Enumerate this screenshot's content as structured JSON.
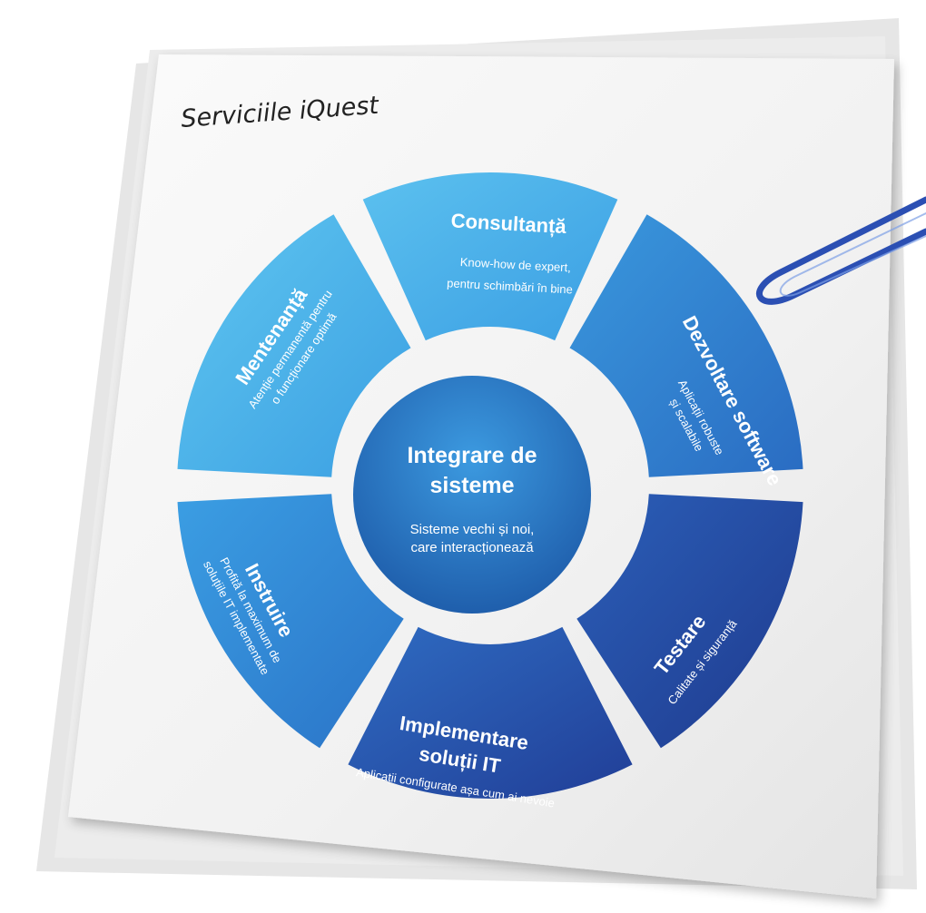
{
  "note": {
    "title": "Serviciile iQuest"
  },
  "center": {
    "title_line1": "Integrare de",
    "title_line2": "sisteme",
    "desc_line1": "Sisteme vechi și noi,",
    "desc_line2": "care interacționează"
  },
  "segments": {
    "consultanta": {
      "title": "Consultanță",
      "desc1": "Know-how de expert,",
      "desc2": "pentru schimbări în bine"
    },
    "dezvoltare": {
      "title": "Dezvoltare software",
      "desc1": "Aplicații robuste",
      "desc2": "și scalabile"
    },
    "testare": {
      "title": "Testare",
      "desc1": "Calitate și siguranță"
    },
    "implementare": {
      "title1": "Implementare",
      "title2": "soluții IT",
      "desc1": "Aplicații configurate așa cum ai nevoie"
    },
    "instruire": {
      "title": "Instruire",
      "desc1": "Profită la maximum de",
      "desc2": "soluțiile IT implementate"
    },
    "mentenanta": {
      "title": "Mentenanță",
      "desc1": "Atenție permanentă pentru",
      "desc2": "o funcționare optimă"
    }
  },
  "colors": {
    "light_blue": "#4fb4e8",
    "mid_blue": "#2f7fd0",
    "dark_blue": "#233f98",
    "center_top": "#2f8fd8",
    "center_bottom": "#1c5aa8",
    "paperclip": "#2b4fb3"
  }
}
